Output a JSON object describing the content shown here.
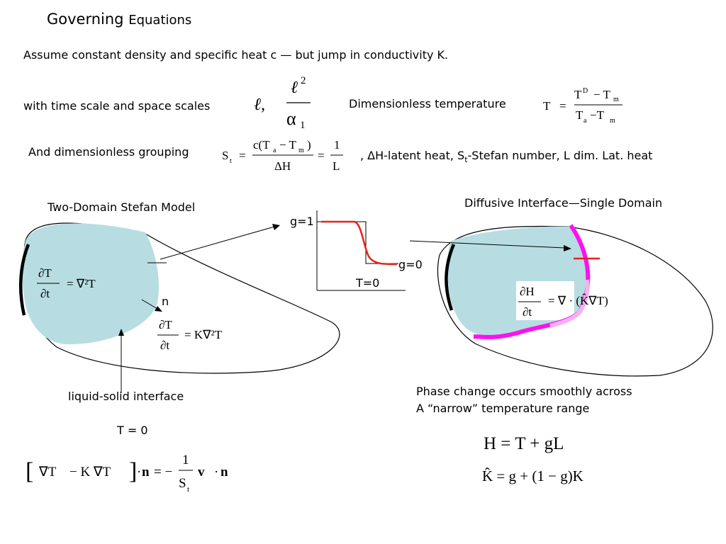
{
  "title": {
    "main": "Governing",
    "rest": "Equations"
  },
  "assumption": "Assume constant density and specific heat c — but jump in conductivity K.",
  "scales": {
    "label": "with time scale and space scales",
    "ell": "ℓ,",
    "num": "ℓ",
    "exp": "2",
    "den": "α",
    "den_sub": "1"
  },
  "dim_temp": {
    "label": "Dimensionless temperature",
    "lhs": "T",
    "eq": "=",
    "num_a": "T",
    "num_a_sup": "D",
    "num_op": "− T",
    "num_b_sub": "m",
    "den_a": "T",
    "den_a_sub": "a",
    "den_op": "−T",
    "den_b_sub": "m"
  },
  "grouping": {
    "label": "And dimensionless grouping",
    "lhs": "S",
    "lhs_sub": "t",
    "eq1": "=",
    "num_a": "c(T",
    "num_a_sub": "a",
    "num_op": "− T",
    "num_b_sub": "m",
    "num_close": ")",
    "den": "ΔH",
    "eq2": "=",
    "frac_num": "1",
    "frac_den": "L",
    "note_pre": ", ΔH-latent heat,  S",
    "note_sub": "t",
    "note_post": "-Stefan number, L dim. Lat. heat"
  },
  "left_model": {
    "title": "Two-Domain Stefan Model",
    "eq1": {
      "num": "∂T",
      "den": "∂t",
      "rhs": "= ∇²T"
    },
    "normal_label": "n",
    "eq2": {
      "num": "∂T",
      "den": "∂t",
      "rhs": "= K∇²T"
    },
    "interface_label": "liquid-solid interface",
    "t_zero": "T = 0",
    "stefan": {
      "lbr": "[",
      "a": "∇T",
      "b": "− K  ∇T",
      "rbr": "]",
      "dot1": "·",
      "n1": "n",
      "eq": "= −",
      "frac_num": "1",
      "frac_den": "S",
      "frac_den_sub": "t",
      "v": "v",
      "dot2": "·",
      "n2": "n"
    }
  },
  "step_plot": {
    "g1": "g=1",
    "g0": "g=0",
    "t0": "T=0",
    "step_color": "#e8211a"
  },
  "right_model": {
    "title": "Diffusive Interface—Single Domain",
    "eq": {
      "num": "∂H",
      "den": "∂t",
      "rhs": "= ∇ ·  (K̂∇T)"
    },
    "interface_color": "#ff10f0",
    "interface_light": "#f4b3f0",
    "marker_color": "#e8211a",
    "phase_line1": "Phase change occurs smoothly across",
    "phase_line2": "A “narrow” temperature range",
    "eq_h": "H = T + gL",
    "eq_k": "K̂ = g + (1 − g)K"
  },
  "colors": {
    "liquid": "#b7dde2"
  }
}
